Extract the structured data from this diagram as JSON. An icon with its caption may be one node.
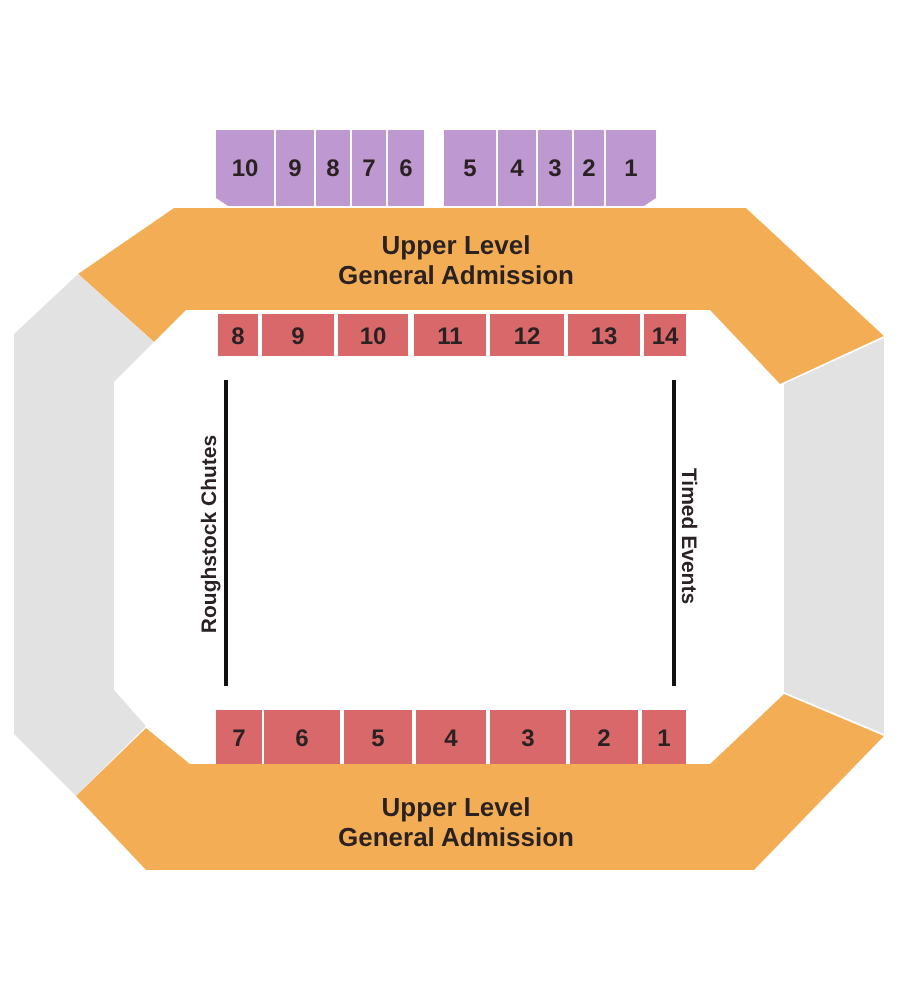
{
  "diagram": {
    "nodes": [
      {
        "text": [
          "10"
        ]
      },
      {
        "text": [
          "9"
        ]
      },
      {
        "text": [
          "8"
        ]
      },
      {
        "text": [
          "7"
        ]
      },
      {
        "text": [
          "6"
        ]
      },
      {
        "text": [
          "5"
        ]
      },
      {
        "text": [
          "4"
        ]
      },
      {
        "text": [
          "3"
        ]
      },
      {
        "text": [
          "2"
        ]
      },
      {
        "text": [
          "1"
        ]
      },
      {
        "text": [
          "Upper Level General Admission"
        ]
      },
      {
        "text": [],
        "shape": "band"
      },
      {
        "text": [],
        "shape": "band"
      },
      {
        "text": [
          "8"
        ]
      },
      {
        "text": [
          "9"
        ]
      },
      {
        "text": [
          "10"
        ]
      },
      {
        "text": [
          "11"
        ]
      },
      {
        "text": [
          "12"
        ]
      },
      {
        "text": [
          "13"
        ]
      },
      {
        "text": [
          "14"
        ]
      },
      {
        "text": [
          "7"
        ]
      },
      {
        "text": [
          "6"
        ]
      },
      {
        "text": [
          "5"
        ]
      },
      {
        "text": [
          "4"
        ]
      },
      {
        "text": [
          "3"
        ]
      },
      {
        "text": [
          "2"
        ]
      },
      {
        "text": [
          "1"
        ]
      },
      {
        "text": [
          "Upper Level General Admission"
        ]
      }
    ],
    "edges": [],
    "labels": [
      "Roughstock Chutes",
      "Timed Events"
    ]
  }
}
